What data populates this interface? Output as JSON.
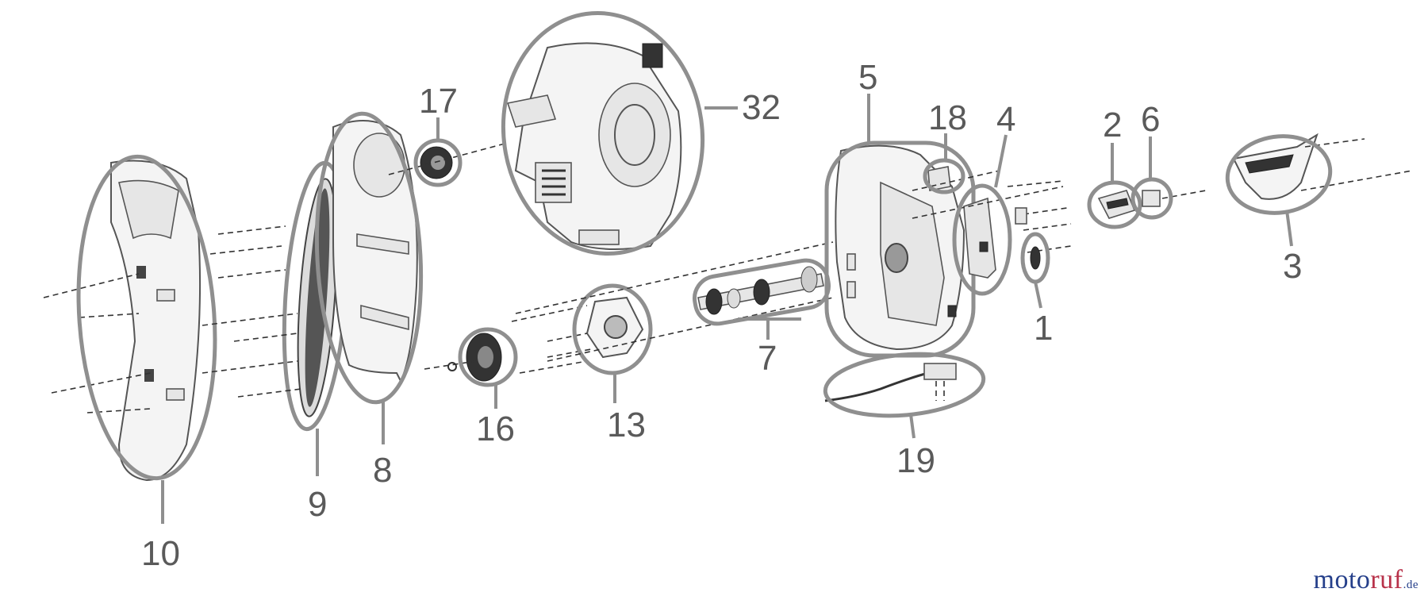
{
  "parts": [
    {
      "id": "p1",
      "label": "1"
    },
    {
      "id": "p2",
      "label": "2"
    },
    {
      "id": "p3",
      "label": "3"
    },
    {
      "id": "p4",
      "label": "4"
    },
    {
      "id": "p5",
      "label": "5"
    },
    {
      "id": "p6",
      "label": "6"
    },
    {
      "id": "p7",
      "label": "7"
    },
    {
      "id": "p8",
      "label": "8"
    },
    {
      "id": "p9",
      "label": "9"
    },
    {
      "id": "p10",
      "label": "10"
    },
    {
      "id": "p13",
      "label": "13"
    },
    {
      "id": "p16",
      "label": "16"
    },
    {
      "id": "p17",
      "label": "17"
    },
    {
      "id": "p18",
      "label": "18"
    },
    {
      "id": "p19",
      "label": "19"
    },
    {
      "id": "p32",
      "label": "32"
    }
  ],
  "watermark": {
    "part1": "moto",
    "part2": "ruf",
    "part3": ".de"
  },
  "colors": {
    "ring": "#8f8f8f",
    "label": "#5a5a5a",
    "brand_blue": "#253f8a",
    "brand_red": "#b8324a"
  }
}
